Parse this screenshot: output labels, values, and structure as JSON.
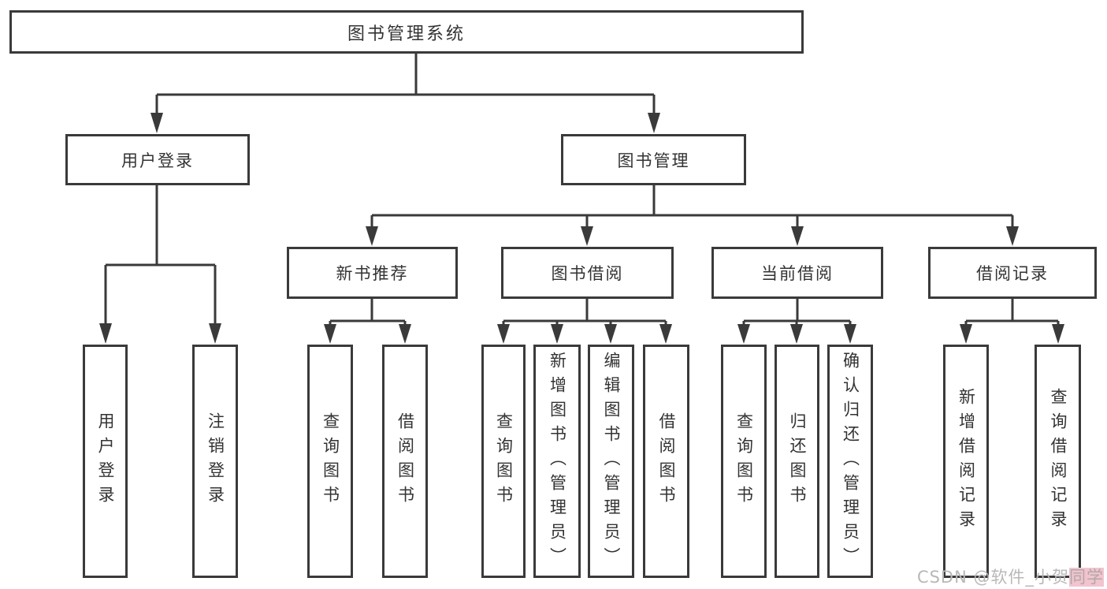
{
  "diagram_title": "图书管理系统",
  "nodes": {
    "root": "图书管理系统",
    "user_login": "用户登录",
    "book_mgmt": "图书管理",
    "new_book_rec": "新书推荐",
    "book_borrow": "图书借阅",
    "current_borrow": "当前借阅",
    "borrow_records": "借阅记录",
    "leaf_user_login": "用户登录",
    "leaf_logout": "注销登录",
    "leaf_query_book_rec": "查询图书",
    "leaf_borrow_book_rec": "借阅图书",
    "leaf_query_book_borrow": "查询图书",
    "leaf_add_book_admin": "新增图书（管理员）",
    "leaf_edit_book_admin": "编辑图书（管理员）",
    "leaf_borrow_book_borrow": "借阅图书",
    "leaf_query_book_current": "查询图书",
    "leaf_return_book": "归还图书",
    "leaf_confirm_return_admin": "确认归还（管理员）",
    "leaf_add_borrow_record": "新增借阅记录",
    "leaf_query_borrow_record": "查询借阅记录"
  },
  "hierarchy": {
    "图书管理系统": {
      "用户登录": [
        "用户登录",
        "注销登录"
      ],
      "图书管理": {
        "新书推荐": [
          "查询图书",
          "借阅图书"
        ],
        "图书借阅": [
          "查询图书",
          "新增图书（管理员）",
          "编辑图书（管理员）",
          "借阅图书"
        ],
        "当前借阅": [
          "查询图书",
          "归还图书",
          "确认归还（管理员）"
        ],
        "借阅记录": [
          "新增借阅记录",
          "查询借阅记录"
        ]
      }
    }
  },
  "watermark": {
    "text": "CSDN @软件_小贺同学",
    "text_main": "CSDN @软件_小贺",
    "text_highlight": "同学"
  },
  "colors": {
    "line": "#3a3a3a",
    "box_border": "#3a3a3a",
    "text": "#333333",
    "background": "#ffffff",
    "watermark_text": "#b8b8b8",
    "watermark_highlight": "#f2c4ce"
  }
}
